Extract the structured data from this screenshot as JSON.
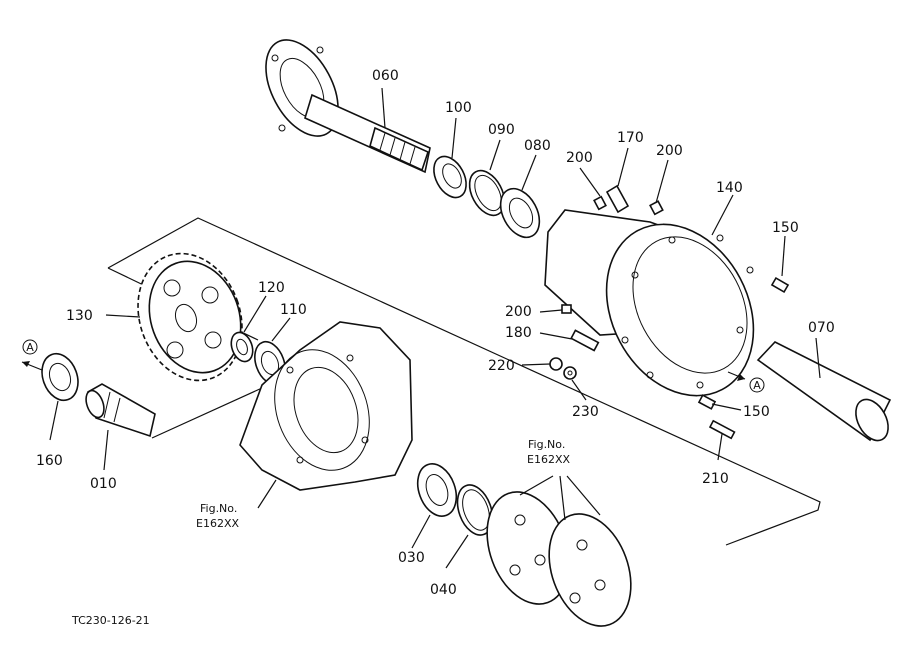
{
  "labels": {
    "p060": "060",
    "p100": "100",
    "p090": "090",
    "p080": "080",
    "p170": "170",
    "p200a": "200",
    "p200b": "200",
    "p200c": "200",
    "p140": "140",
    "p150a": "150",
    "p150b": "150",
    "p070": "070",
    "p180": "180",
    "p220": "220",
    "p230": "230",
    "p210": "210",
    "p130": "130",
    "p120": "120",
    "p110": "110",
    "p160": "160",
    "p010": "010",
    "p030": "030",
    "p040": "040",
    "markA1": "A",
    "markA2": "A"
  },
  "fig_refs": {
    "ref_left": {
      "line1": "Fig.No.",
      "line2": "E162XX"
    },
    "ref_right": {
      "line1": "Fig.No.",
      "line2": "E162XX"
    }
  },
  "drawing_code": "TC230-126-21"
}
